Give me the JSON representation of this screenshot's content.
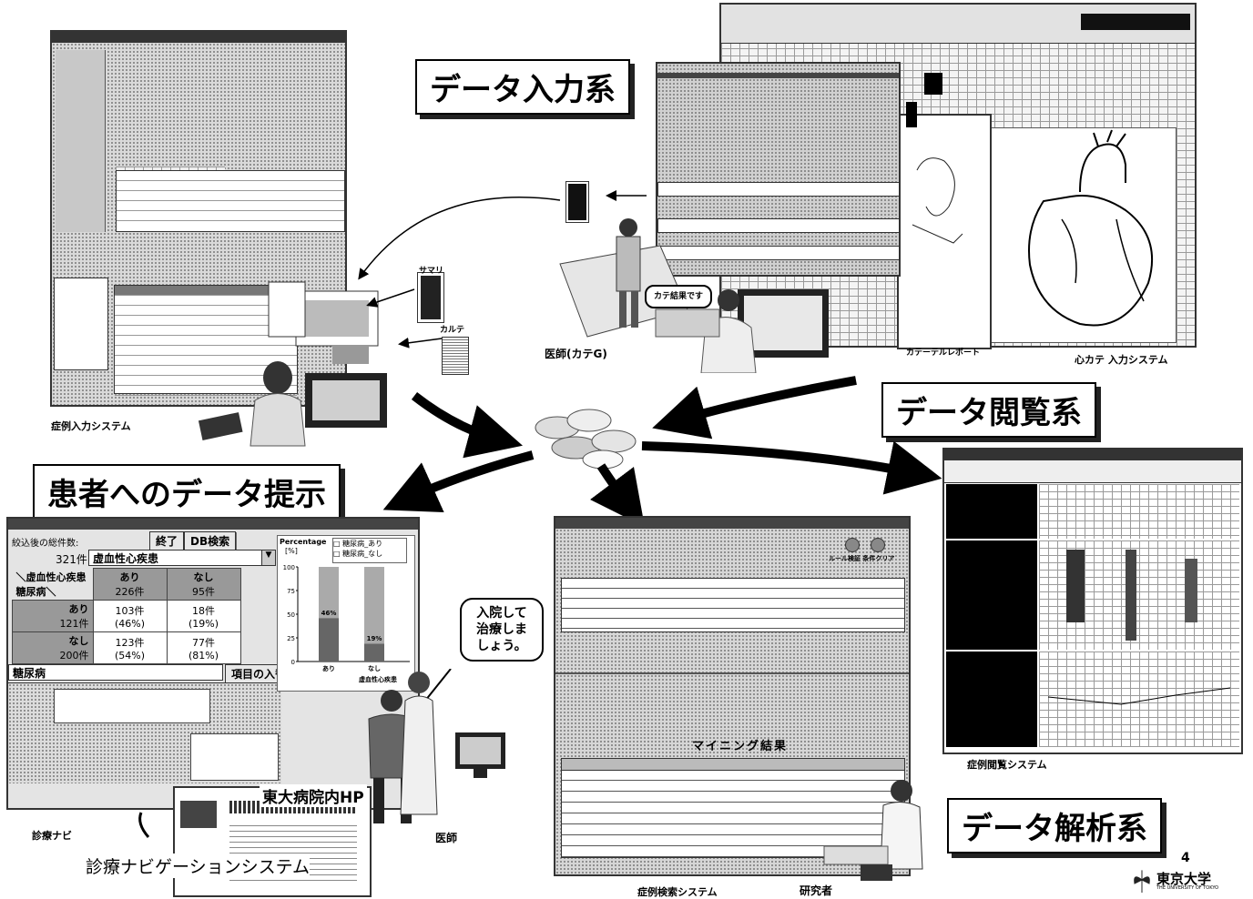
{
  "labels": {
    "data_input": "データ入力系",
    "data_browse": "データ閲覧系",
    "patient_present": "患者へのデータ提示",
    "data_analysis": "データ解析系"
  },
  "captions": {
    "case_input_system": "症例入力システム",
    "summary": "サマリ",
    "chart": "カルテ",
    "doctor_cath": "医師(カテG)",
    "cath_report": "カテーテルレポート",
    "cardiac_cath_input": "心カテ 入力システム",
    "case_browse_system": "症例閲覧システム",
    "case_search_system": "症例検索システム",
    "researcher": "研究者",
    "medical_navi": "診療ナビ",
    "doctor": "医師",
    "navigation_system": "診療ナビゲーションシステム",
    "hospital_hp": "東大病院内HP",
    "cath_speech": "カテ結果です",
    "page_number": "4",
    "university": "東京大学",
    "university_en": "THE UNIVERSITY OF TOKYO"
  },
  "speech": {
    "doctor_line1": "入院して",
    "doctor_line2": "治療しま",
    "doctor_line3": "しょう。"
  },
  "navi_window": {
    "count_label": "絞込後の総件数:",
    "count_value": "321件",
    "end_button": "終了",
    "db_button": "DB検索",
    "disease_select": "虚血性心疾患",
    "header_left": "＼虚血性心疾患",
    "header_left2": "糖尿病＼",
    "col_yes": "あり",
    "col_yes_count": "226件",
    "col_no": "なし",
    "col_no_count": "95件",
    "row_yes": "あり",
    "row_yes_count": "121件",
    "row_no": "なし",
    "row_no_count": "200件",
    "c11": "103件",
    "c11p": "(46%)",
    "c12": "18件",
    "c12p": "(19%)",
    "c21": "123件",
    "c21p": "(54%)",
    "c22": "77件",
    "c22p": "(81%)",
    "item_input_button": "項目の入替",
    "item_label": "糖尿病",
    "chart_ylabel": "Percentage",
    "chart_yunit": "[%]",
    "legend_yes": "糖尿病_あり",
    "legend_no": "糖尿病_なし",
    "bar1_label": "46%",
    "bar2_label": "19%",
    "xcat1": "あり",
    "xcat2": "なし",
    "xtitle": "虚血性心疾患",
    "yticks": [
      "100",
      "75",
      "50",
      "25",
      "0"
    ]
  },
  "search_window": {
    "mining_title": "マイニング結果",
    "rule_label": "ルール検証 条件クリア"
  },
  "colors": {
    "window_gray": "#d9d9d9",
    "dark_bar": "#333333"
  }
}
